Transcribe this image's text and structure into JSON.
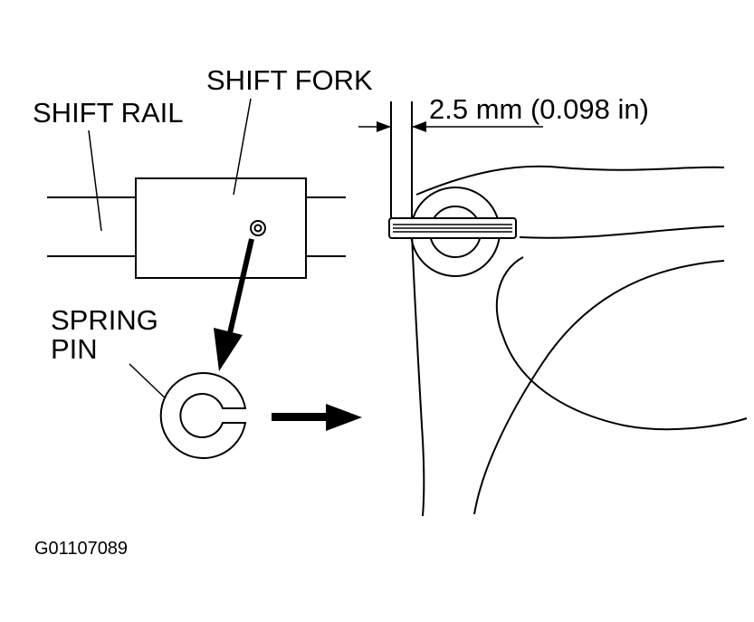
{
  "labels": {
    "shift_fork": "SHIFT FORK",
    "shift_rail": "SHIFT RAIL",
    "spring_pin_line1": "SPRING",
    "spring_pin_line2": "PIN",
    "dimension": "2.5 mm (0.098 in)",
    "figure_code": "G01107089"
  },
  "colors": {
    "ink": "#000000",
    "background": "#ffffff"
  }
}
